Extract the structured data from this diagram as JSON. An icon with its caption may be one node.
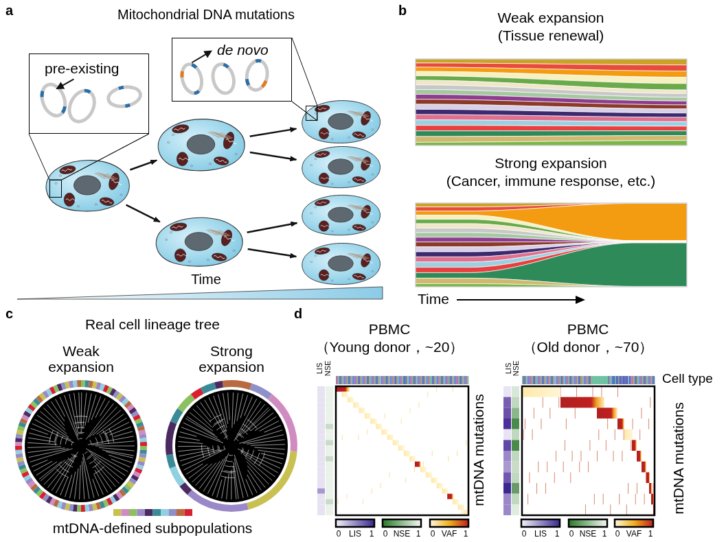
{
  "diagram": {
    "nodes": [
      {
        "text": [
          "pre-existing"
        ]
      },
      {
        "text": [
          "de novo"
        ]
      },
      {
        "text": [],
        "shape": "picture"
      },
      {
        "text": [],
        "shape": "picture"
      },
      {
        "text": [],
        "shape": "picture"
      },
      {
        "text": [],
        "shape": "picture"
      },
      {
        "text": [],
        "shape": "picture"
      },
      {
        "text": [],
        "shape": "picture"
      },
      {
        "text": [],
        "shape": "picture"
      },
      {
        "text": [],
        "shape": "box",
        "in": 2
      },
      {
        "text": [],
        "shape": "box",
        "in": 5
      }
    ],
    "edges": [
      {
        "from": 0,
        "to": 9,
        "arrow": "none"
      },
      {
        "from": 1,
        "to": 10,
        "arrow": "none"
      },
      {
        "from": 2,
        "to": 3,
        "arrow": "to"
      },
      {
        "from": 2,
        "to": 4,
        "arrow": "to"
      },
      {
        "from": 3,
        "to": 5,
        "arrow": "to"
      },
      {
        "from": 3,
        "to": 6,
        "arrow": "to"
      },
      {
        "from": 4,
        "to": 7,
        "arrow": "to"
      },
      {
        "from": 4,
        "to": 8,
        "arrow": "to"
      }
    ],
    "labels": [
      "a",
      "Mitochondrial DNA mutations",
      "Time",
      "b",
      "Weak expansion",
      "(Tissue renewal)",
      "Strong expansion",
      "(Cancer, immune response, etc.)",
      "Time",
      "c",
      "Real cell lineage tree",
      "Weak expansion",
      "Strong expansion",
      "mtDNA-defined subpopulations",
      "d",
      "PBMC",
      "（Young donor，~20）",
      "PBMC",
      "（Old donor，~70）",
      "LIS",
      "NSE",
      "LIS",
      "NSE",
      "Cell type",
      "mtDNA mutations",
      "mtDNA mutations",
      "0",
      "LIS",
      "1",
      "0",
      "NSE",
      "1",
      "0",
      "VAF",
      "1",
      "0",
      "LIS",
      "1",
      "0",
      "NSE",
      "1",
      "0",
      "VAF",
      "1"
    ]
  }
}
